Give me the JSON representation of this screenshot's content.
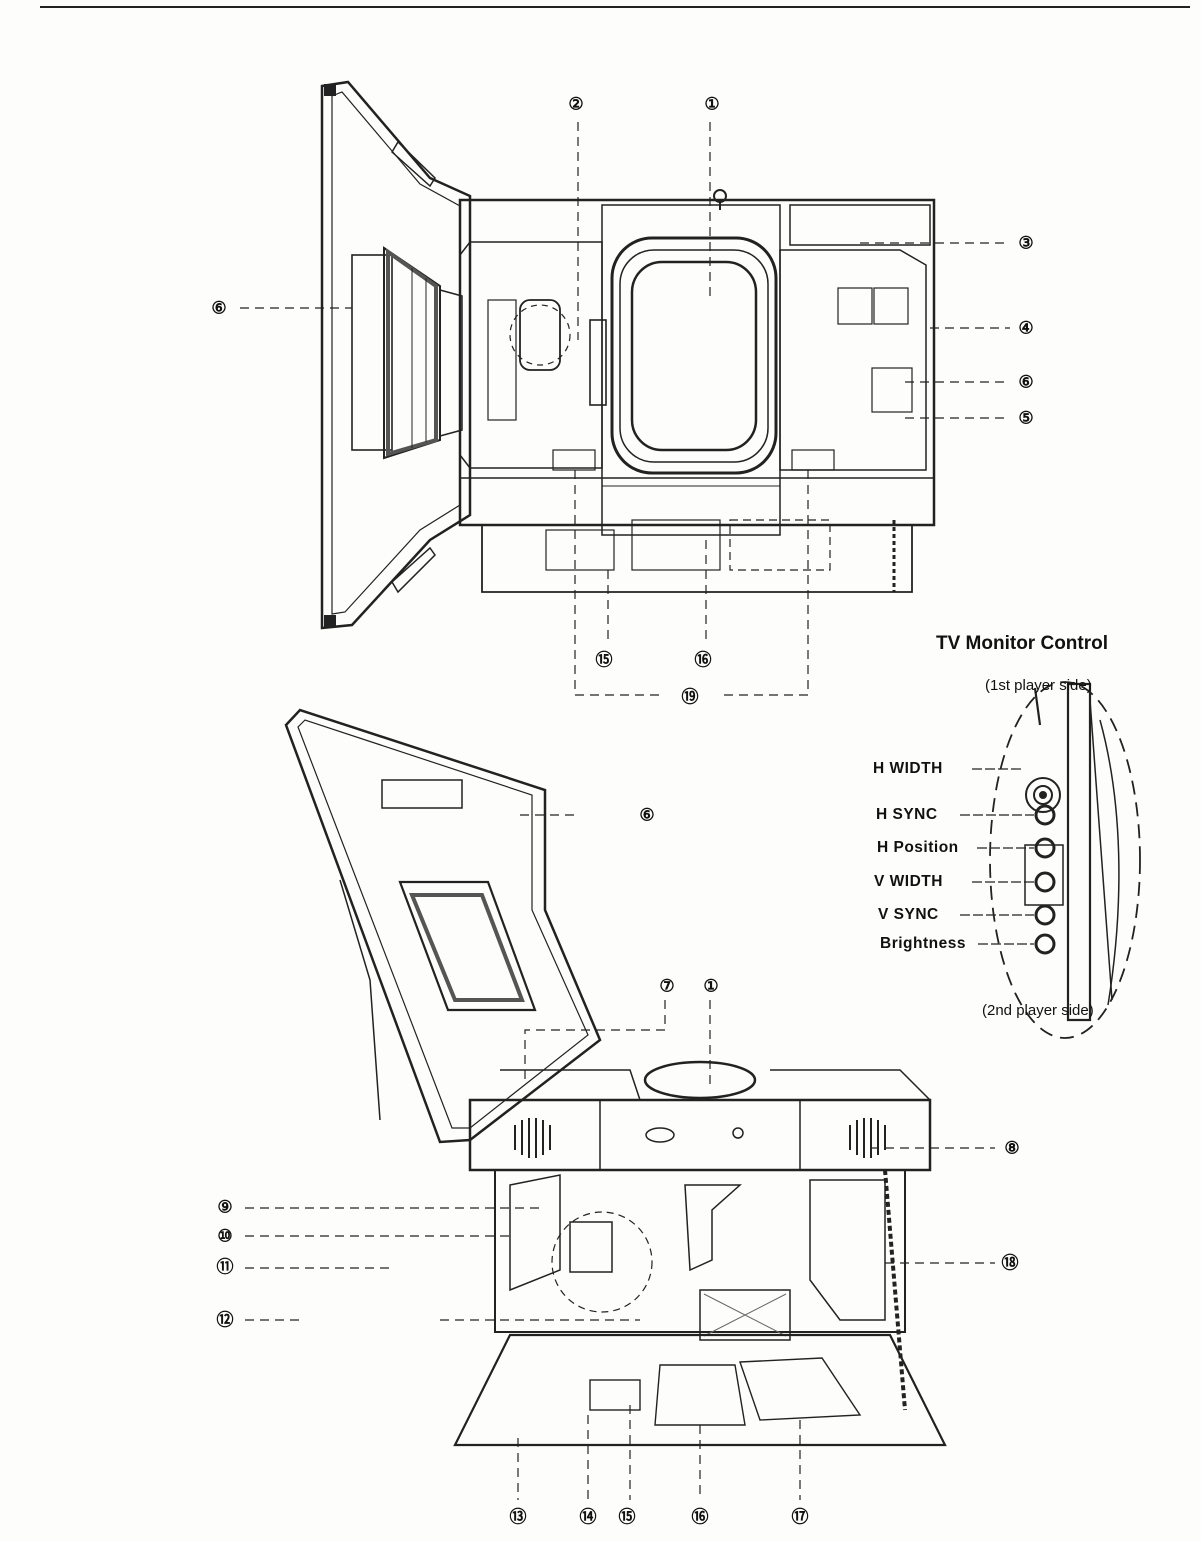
{
  "callouts": {
    "c1_top": "①",
    "c2_top": "②",
    "c3": "③",
    "c4": "④",
    "c5": "⑤",
    "c6_left": "⑥",
    "c6_right": "⑥",
    "c15_top": "⑮",
    "c16_top": "⑯",
    "c19": "⑲",
    "c6_lid": "⑥",
    "c7": "⑦",
    "c1_bottom": "①",
    "c8": "⑧",
    "c9": "⑨",
    "c10": "⑩",
    "c11": "⑪",
    "c12": "⑫",
    "c18": "⑱",
    "c13": "⑬",
    "c14": "⑭",
    "c15_bottom": "⑮",
    "c16_bottom": "⑯",
    "c17": "⑰"
  },
  "tv_monitor": {
    "title": "TV Monitor Control",
    "top_note": "(1st player side)",
    "bottom_note": "(2nd player side)",
    "controls": [
      "H WIDTH",
      "H SYNC",
      "H Position",
      "V WIDTH",
      "V SYNC",
      "Brightness"
    ]
  }
}
